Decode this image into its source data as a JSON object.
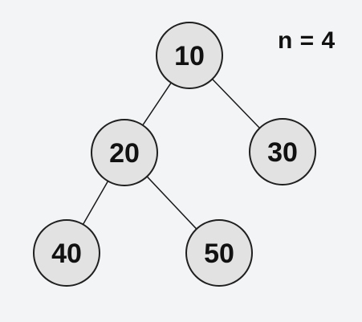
{
  "annotation": "n = 4",
  "nodes": [
    {
      "id": "n10",
      "label": "10"
    },
    {
      "id": "n20",
      "label": "20"
    },
    {
      "id": "n30",
      "label": "30"
    },
    {
      "id": "n40",
      "label": "40"
    },
    {
      "id": "n50",
      "label": "50"
    }
  ],
  "edges": [
    {
      "from": "n10",
      "to": "n20"
    },
    {
      "from": "n10",
      "to": "n30"
    },
    {
      "from": "n20",
      "to": "n40"
    },
    {
      "from": "n20",
      "to": "n50"
    }
  ],
  "colors": {
    "background": "#f3f4f6",
    "node_fill": "#e2e2e2",
    "node_stroke": "#1f1f1f",
    "text": "#111111"
  }
}
